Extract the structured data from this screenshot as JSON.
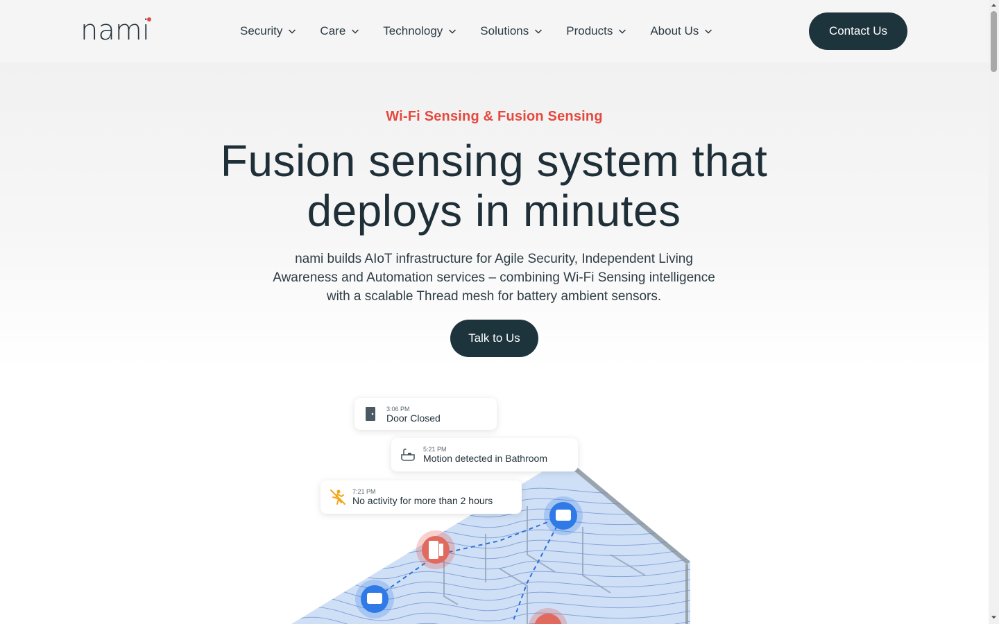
{
  "brand": {
    "name": "nami",
    "accent_color": "#e5483d",
    "dark_color": "#1e343c"
  },
  "nav": {
    "items": [
      {
        "label": "Security",
        "icon": "chevron-down-icon"
      },
      {
        "label": "Care",
        "icon": "chevron-down-icon"
      },
      {
        "label": "Technology",
        "icon": "chevron-down-icon"
      },
      {
        "label": "Solutions",
        "icon": "chevron-down-icon"
      },
      {
        "label": "Products",
        "icon": "chevron-down-icon"
      },
      {
        "label": "About Us",
        "icon": "chevron-down-icon"
      }
    ],
    "contact_label": "Contact Us"
  },
  "hero": {
    "eyebrow": "Wi-Fi Sensing & Fusion Sensing",
    "headline_line1": "Fusion sensing system that",
    "headline_line2": "deploys in minutes",
    "subtext": "nami builds AIoT infrastructure for Agile Security, Independent Living Awareness and Automation services – combining Wi-Fi Sensing intelligence with a scalable Thread mesh for battery ambient sensors.",
    "cta_label": "Talk to Us"
  },
  "notifications": [
    {
      "time": "3:06 PM",
      "text": "Door Closed",
      "icon": "door-icon"
    },
    {
      "time": "5:21 PM",
      "text": "Motion detected in Bathroom",
      "icon": "bathtub-icon"
    },
    {
      "time": "7:21 PM",
      "text": "No activity for more than 2 hours",
      "icon": "no-motion-icon"
    }
  ]
}
